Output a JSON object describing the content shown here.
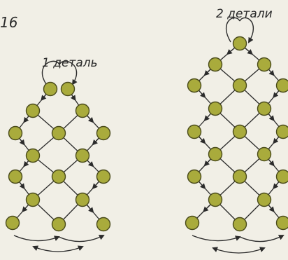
{
  "figure": {
    "number": "16",
    "left": {
      "caption": "1 деталь"
    },
    "right": {
      "caption": "2 детали"
    }
  },
  "colors": {
    "background": "#f1efe6",
    "bead_fill": "#a9ab3c",
    "bead_stroke": "#4a4b1b",
    "thread": "#2b2b2b"
  }
}
